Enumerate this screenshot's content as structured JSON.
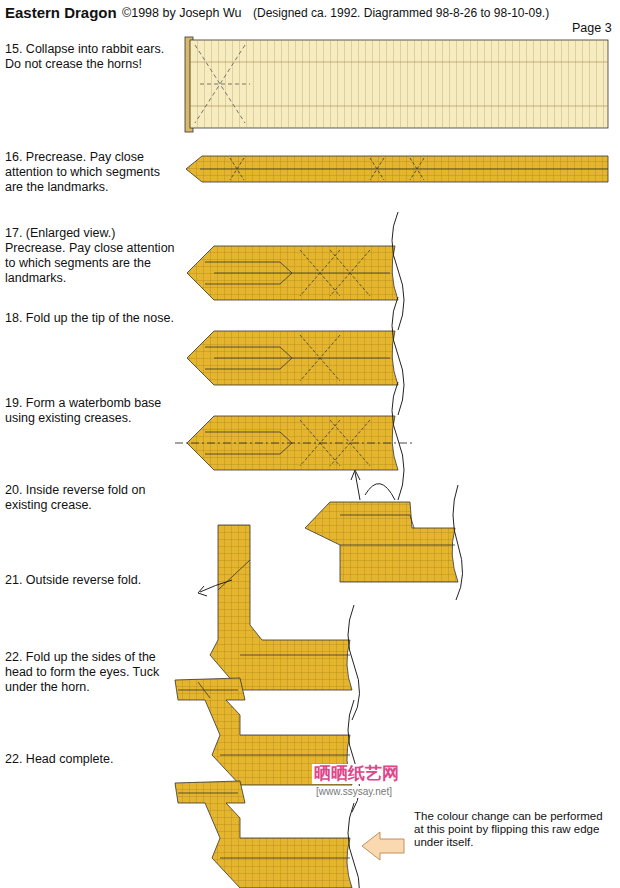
{
  "diagram": {
    "title": "Eastern Dragon",
    "labels": [
      "©1998 by Joseph Wu",
      "(Designed ca. 1992. Diagrammed 98-8-26 to 98-10-09.)",
      "Page 3",
      "15. Collapse into rabbit ears. Do not crease the horns!",
      "16. Precrease. Pay close attention to which segments are the landmarks.",
      "17. (Enlarged view.) Precrease. Pay close attention to which segments are the landmarks.",
      "18. Fold up the tip of the nose.",
      "19. Form a waterbomb base using existing creases.",
      "20. Inside reverse fold on existing crease.",
      "21. Outside reverse fold.",
      "22. Fold up the sides of the head to form the eyes. Tuck under the horn.",
      "22. Head complete.",
      "The colour change can be performed at this point by flipping this raw edge under itself.",
      "晒晒纸艺网",
      "[www.ssysay.net]"
    ]
  }
}
